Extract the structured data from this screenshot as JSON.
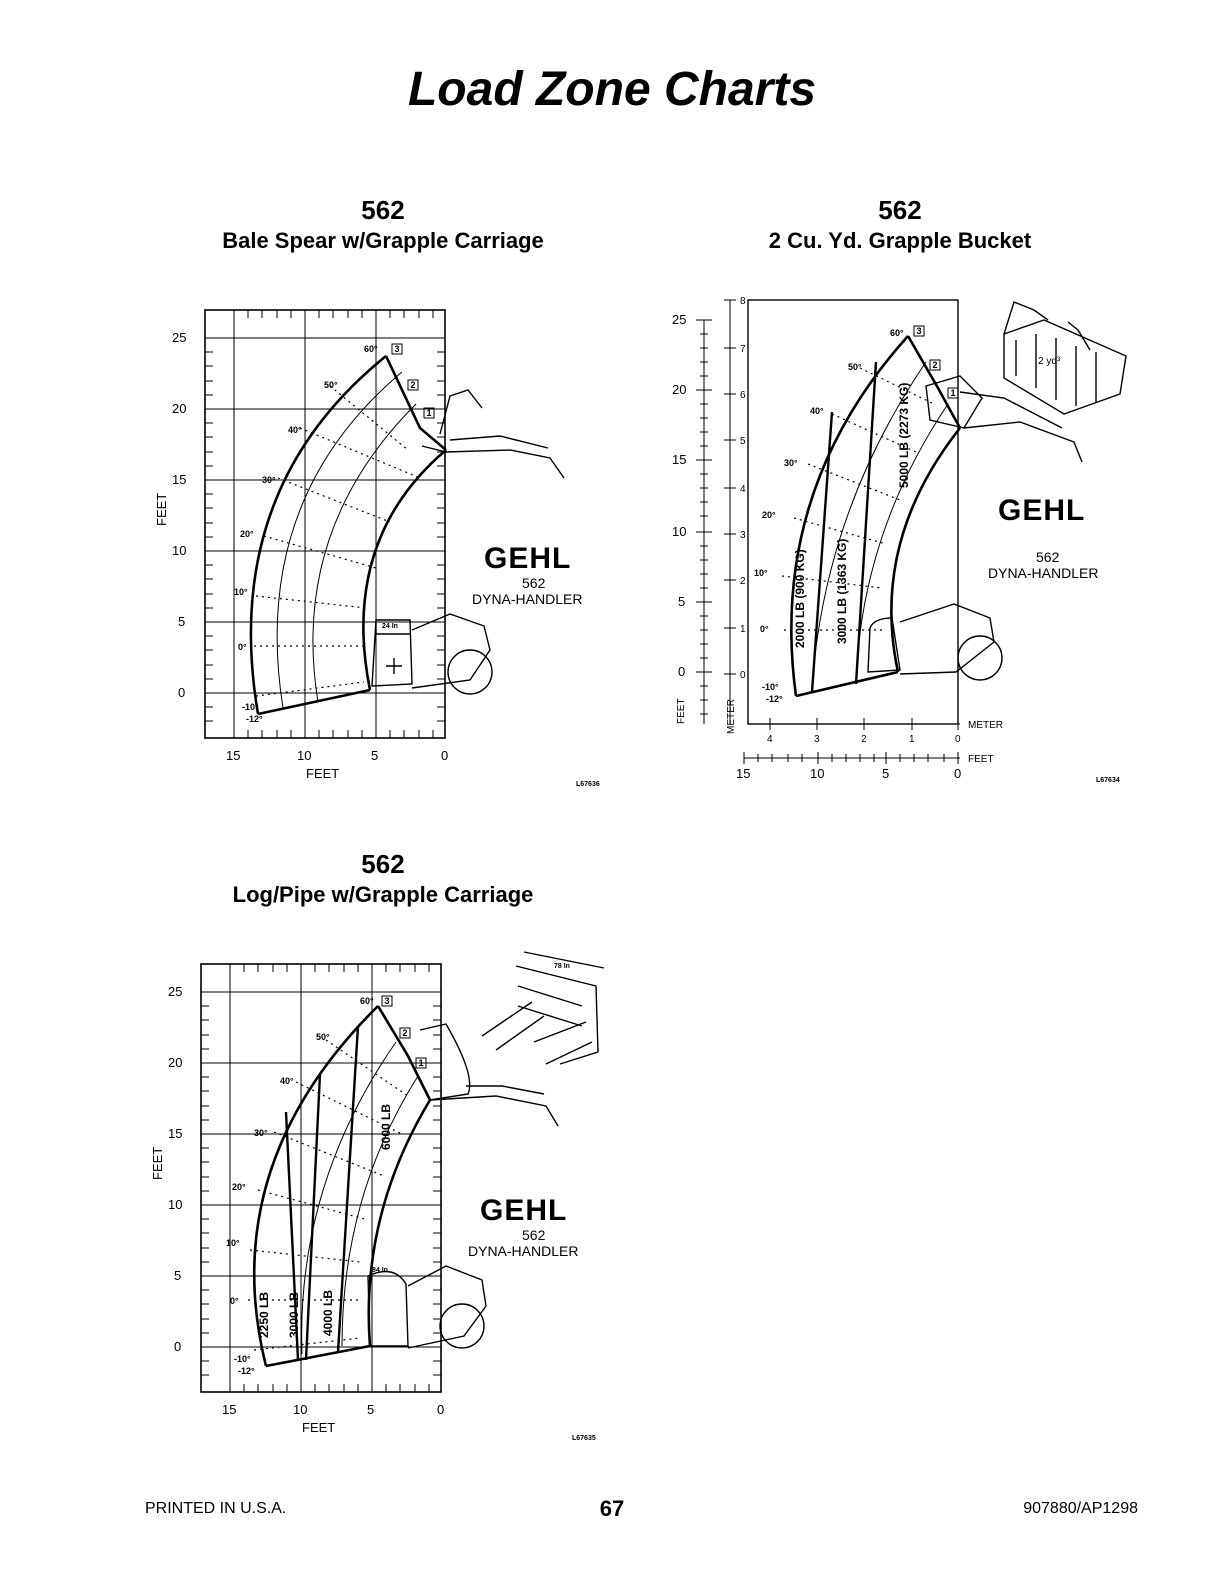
{
  "page": {
    "title": "Load Zone Charts"
  },
  "charts": {
    "c1": {
      "model": "562",
      "subtitle": "Bale Spear w/Grapple Carriage",
      "x_axis_label": "FEET",
      "y_axis_label": "FEET",
      "x_ticks": [
        "15",
        "10",
        "5",
        "0"
      ],
      "y_ticks": [
        "25",
        "20",
        "15",
        "10",
        "5",
        "0"
      ],
      "angles": [
        "60°",
        "50°",
        "40°",
        "30°",
        "20°",
        "10°",
        "0°",
        "-10°",
        "-12°"
      ],
      "zone_markers": [
        "3",
        "2",
        "1"
      ],
      "dimension": "24 In",
      "logo": "GEHL",
      "model_name": "562",
      "model_desc": "DYNA-HANDLER",
      "ref": "L67636"
    },
    "c2": {
      "model": "562",
      "subtitle": "2 Cu. Yd. Grapple Bucket",
      "meter_label": "METER",
      "feet_label": "FEET",
      "y_feet_ticks": [
        "25",
        "20",
        "15",
        "10",
        "5",
        "0"
      ],
      "y_meter_ticks": [
        "8",
        "7",
        "6",
        "5",
        "4",
        "3",
        "2",
        "1",
        "0"
      ],
      "x_meter_ticks": [
        "4",
        "3",
        "2",
        "1",
        "0"
      ],
      "x_feet_ticks": [
        "15",
        "10",
        "5",
        "0"
      ],
      "angles": [
        "60°",
        "50°",
        "40°",
        "30°",
        "20°",
        "10°",
        "0°",
        "-10°",
        "-12°"
      ],
      "zone_markers": [
        "3",
        "2",
        "1"
      ],
      "capacities": [
        "2000 LB (900 KG)",
        "3000 LB (1363 KG)",
        "5000 LB (2273 KG)"
      ],
      "bucket_label": "2 yd³",
      "logo": "GEHL",
      "model_name": "562",
      "model_desc": "DYNA-HANDLER",
      "ref": "L67634"
    },
    "c3": {
      "model": "562",
      "subtitle": "Log/Pipe w/Grapple Carriage",
      "x_axis_label": "FEET",
      "y_axis_label": "FEET",
      "x_ticks": [
        "15",
        "10",
        "5",
        "0"
      ],
      "y_ticks": [
        "25",
        "20",
        "15",
        "10",
        "5",
        "0"
      ],
      "angles": [
        "60°",
        "50°",
        "40°",
        "30°",
        "20°",
        "10°",
        "0°",
        "-10°",
        "-12°"
      ],
      "zone_markers": [
        "3",
        "2",
        "1"
      ],
      "capacities": [
        "2250 LB",
        "3000 LB",
        "4000 LB",
        "6000 LB"
      ],
      "dimension": "84 In",
      "carriage_width": "78 In",
      "logo": "GEHL",
      "model_name": "562",
      "model_desc": "DYNA-HANDLER",
      "ref": "L67635"
    }
  },
  "footer": {
    "left": "PRINTED IN U.S.A.",
    "page_number": "67",
    "right": "907880/AP1298"
  }
}
